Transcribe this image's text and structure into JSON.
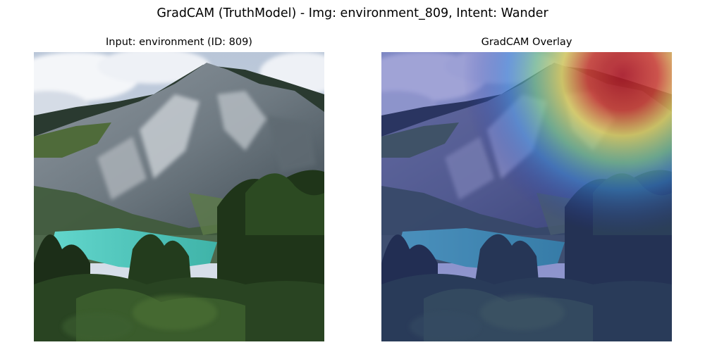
{
  "figure": {
    "title": "GradCAM (TruthModel) - Img: environment_809, Intent: Wander"
  },
  "panels": {
    "input": {
      "title": "Input: environment (ID: 809)"
    },
    "overlay": {
      "title": "GradCAM Overlay"
    }
  },
  "colors": {
    "sky": "#c9d3e0",
    "cloud": "#f2f4f7",
    "mountain": "#7b8590",
    "rock_light": "#b9bfc5",
    "slope_green": "#4f6a3a",
    "lake": "#5fd0c6",
    "forest": "#20361c",
    "overlay_tint": "#2a2fa8",
    "heat_hot": "#c0202a"
  }
}
